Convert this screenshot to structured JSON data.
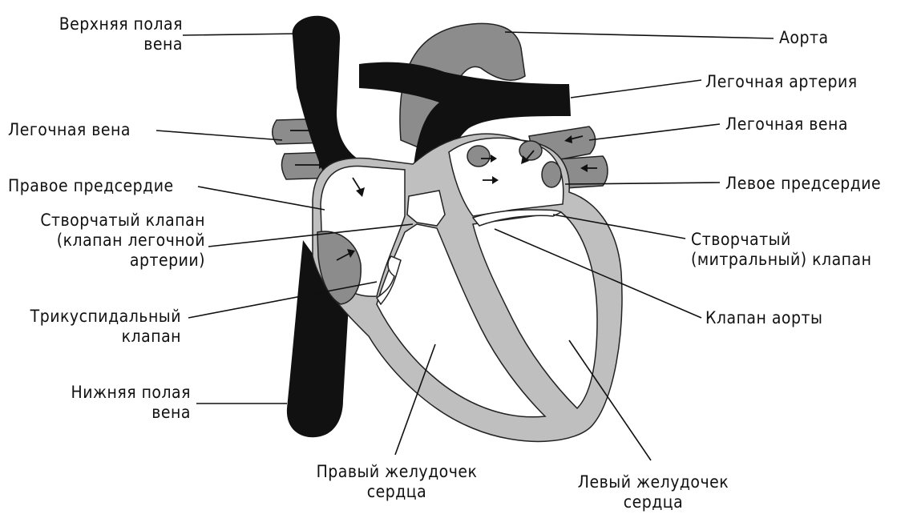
{
  "labels": {
    "superior_vena_cava": "Верхняя полая\nвена",
    "pulmonary_vein_left": "Легочная вена",
    "right_atrium": "Правое предсердие",
    "semilunar_valve": "Створчатый клапан\n(клапан легочной\nартерии)",
    "tricuspid_valve": "Трикуспидальный\nклапан",
    "inferior_vena_cava": "Нижняя полая\nвена",
    "right_ventricle": "Правый желудочек\nсердца",
    "left_ventricle": "Левый желудочек\nсердца",
    "aorta": "Аорта",
    "pulmonary_artery": "Легочная артерия",
    "pulmonary_vein_right": "Легочная вена",
    "left_atrium": "Левое предсердие",
    "mitral_valve": "Створчатый\n(митральный) клапан",
    "aortic_valve": "Клапан аорты"
  },
  "colors": {
    "vessel_dark": "#111111",
    "tissue_grey": "#8c8c8c",
    "wall_light": "#bfbfbf",
    "chamber": "#ffffff"
  }
}
